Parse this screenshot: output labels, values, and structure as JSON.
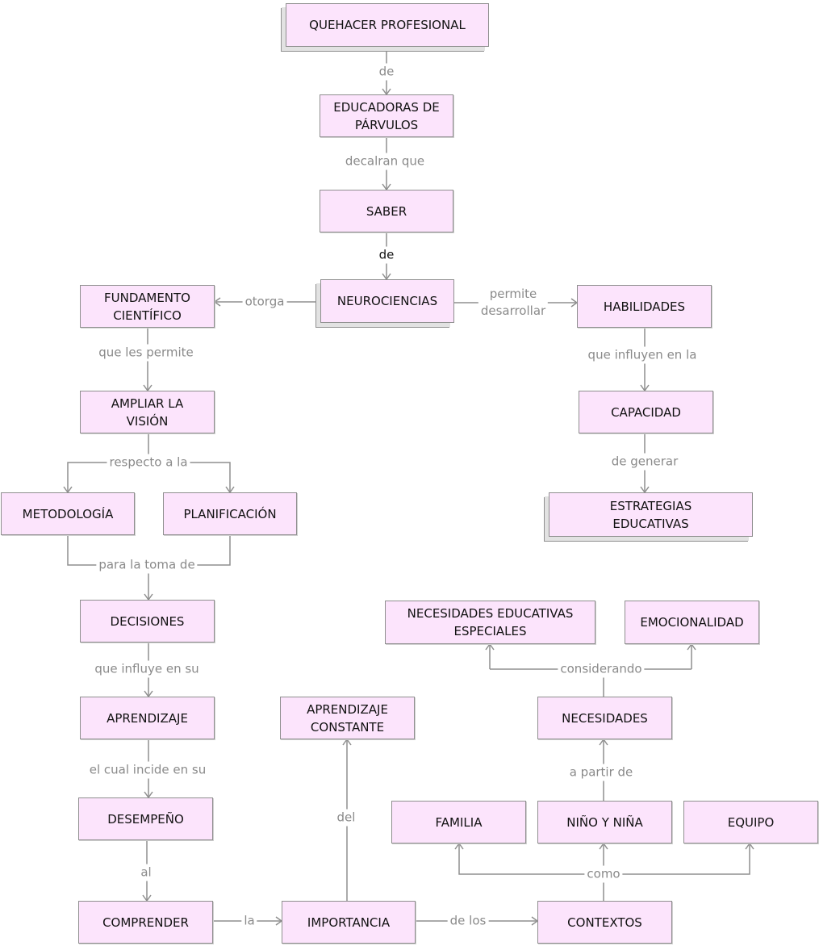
{
  "colors": {
    "node_fill": "#fce4fc",
    "node_border": "#8f8f8f",
    "connector": "#8f8f8f",
    "link_text": "#8a8a8a",
    "node_text": "#111111"
  },
  "nodes": {
    "quehacer": "QUEHACER PROFESIONAL",
    "educadoras": "EDUCADORAS DE\nPÁRVULOS",
    "saber": "SABER",
    "neurociencias": "NEUROCIENCIAS",
    "fundamento": "FUNDAMENTO\nCIENTÍFICO",
    "habilidades": "HABILIDADES",
    "ampliar": "AMPLIAR LA\nVISIÓN",
    "capacidad": "CAPACIDAD",
    "metodologia": "METODOLOGÍA",
    "planificacion": "PLANIFICACIÓN",
    "estrategias": "ESTRATEGIAS\nEDUCATIVAS",
    "decisiones": "DECISIONES",
    "nee": "NECESIDADES EDUCATIVAS\nESPECIALES",
    "emocionalidad": "EMOCIONALIDAD",
    "aprendizaje": "APRENDIZAJE",
    "aprendizaje_constante": "APRENDIZAJE\nCONSTANTE",
    "necesidades": "NECESIDADES",
    "desempeno": "DESEMPEÑO",
    "familia": "FAMILIA",
    "nino_nina": "NIÑO Y NIÑA",
    "equipo": "EQUIPO",
    "comprender": "COMPRENDER",
    "importancia": "IMPORTANCIA",
    "contextos": "CONTEXTOS"
  },
  "links": {
    "de_1": "de",
    "decalran_que": "decalran que",
    "de_2": "de",
    "otorga": "otorga",
    "permite_desarrollar": "permite\ndesarrollar",
    "que_les_permite": "que les permite",
    "que_influyen_en_la": "que influyen en la",
    "respecto_a_la": "respecto a la",
    "de_generar": "de generar",
    "para_la_toma_de": "para la toma de",
    "considerando": "considerando",
    "que_influye_en_su": "que influye en su",
    "a_partir_de": "a partir de",
    "el_cual_incide_en_su": "el cual incide en su",
    "del": "del",
    "como": "como",
    "al": "al",
    "la": "la",
    "de_los": "de los"
  }
}
